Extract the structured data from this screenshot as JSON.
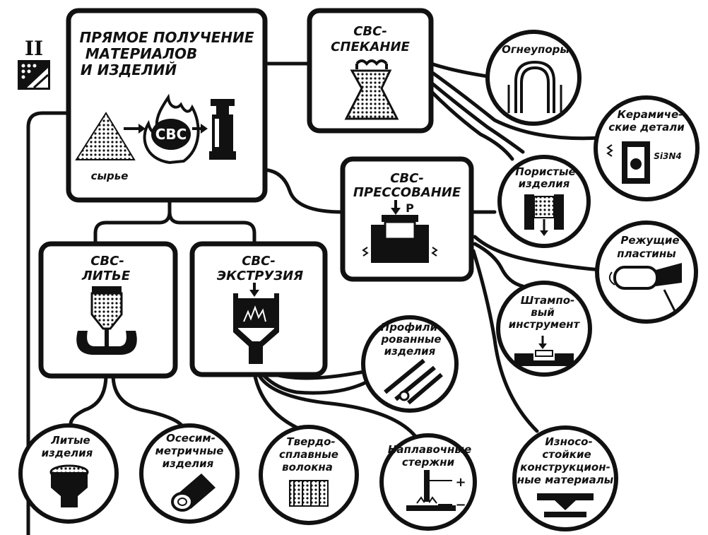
{
  "section_mark": "II",
  "main_process": {
    "title_lines": [
      "ПРЯМОЕ ПОЛУЧЕНИЕ",
      "МАТЕРИАЛОВ",
      "И ИЗДЕЛИЙ"
    ],
    "center_label": "СВС",
    "raw_label": "сырье"
  },
  "processes": {
    "sintering": {
      "lines": [
        "СВС-",
        "СПЕКАНИЕ"
      ]
    },
    "pressing": {
      "lines": [
        "СВС-",
        "ПРЕССОВАНИЕ"
      ],
      "force_label": "P"
    },
    "casting": {
      "lines": [
        "СВС-",
        "ЛИТЬЕ"
      ]
    },
    "extrusion": {
      "lines": [
        "СВС-",
        "ЭКСТРУЗИЯ"
      ]
    }
  },
  "products": {
    "refractories": {
      "lines": [
        "Огнеупоры"
      ]
    },
    "ceramic_parts": {
      "lines": [
        "Керамиче-",
        "ские детали"
      ],
      "formula": "Si3N4"
    },
    "porous_items": {
      "lines": [
        "Пористые",
        "изделия"
      ]
    },
    "cutting_plates": {
      "lines": [
        "Режущие",
        "пластины"
      ]
    },
    "stamping_tool": {
      "lines": [
        "Штампо-",
        "вый",
        "инструмент"
      ]
    },
    "profiled_items": {
      "lines": [
        "Профили-",
        "рованные",
        "изделия"
      ]
    },
    "cast_items": {
      "lines": [
        "Литые",
        "изделия"
      ]
    },
    "axisymmetric_items": {
      "lines": [
        "Осесим-",
        "метричные",
        "изделия"
      ]
    },
    "hard_alloy_fibers": {
      "lines": [
        "Твердо-",
        "сплавные",
        "волокна"
      ]
    },
    "surfacing_rods": {
      "lines": [
        "Наплавочные",
        "стержни"
      ],
      "plus": "+",
      "minus": "−"
    },
    "wear_resistant": {
      "lines": [
        "Износо-",
        "стойкие",
        "конструкцион-",
        "ные материалы"
      ]
    }
  },
  "colors": {
    "ink": "#111111",
    "paper": "#ffffff"
  }
}
